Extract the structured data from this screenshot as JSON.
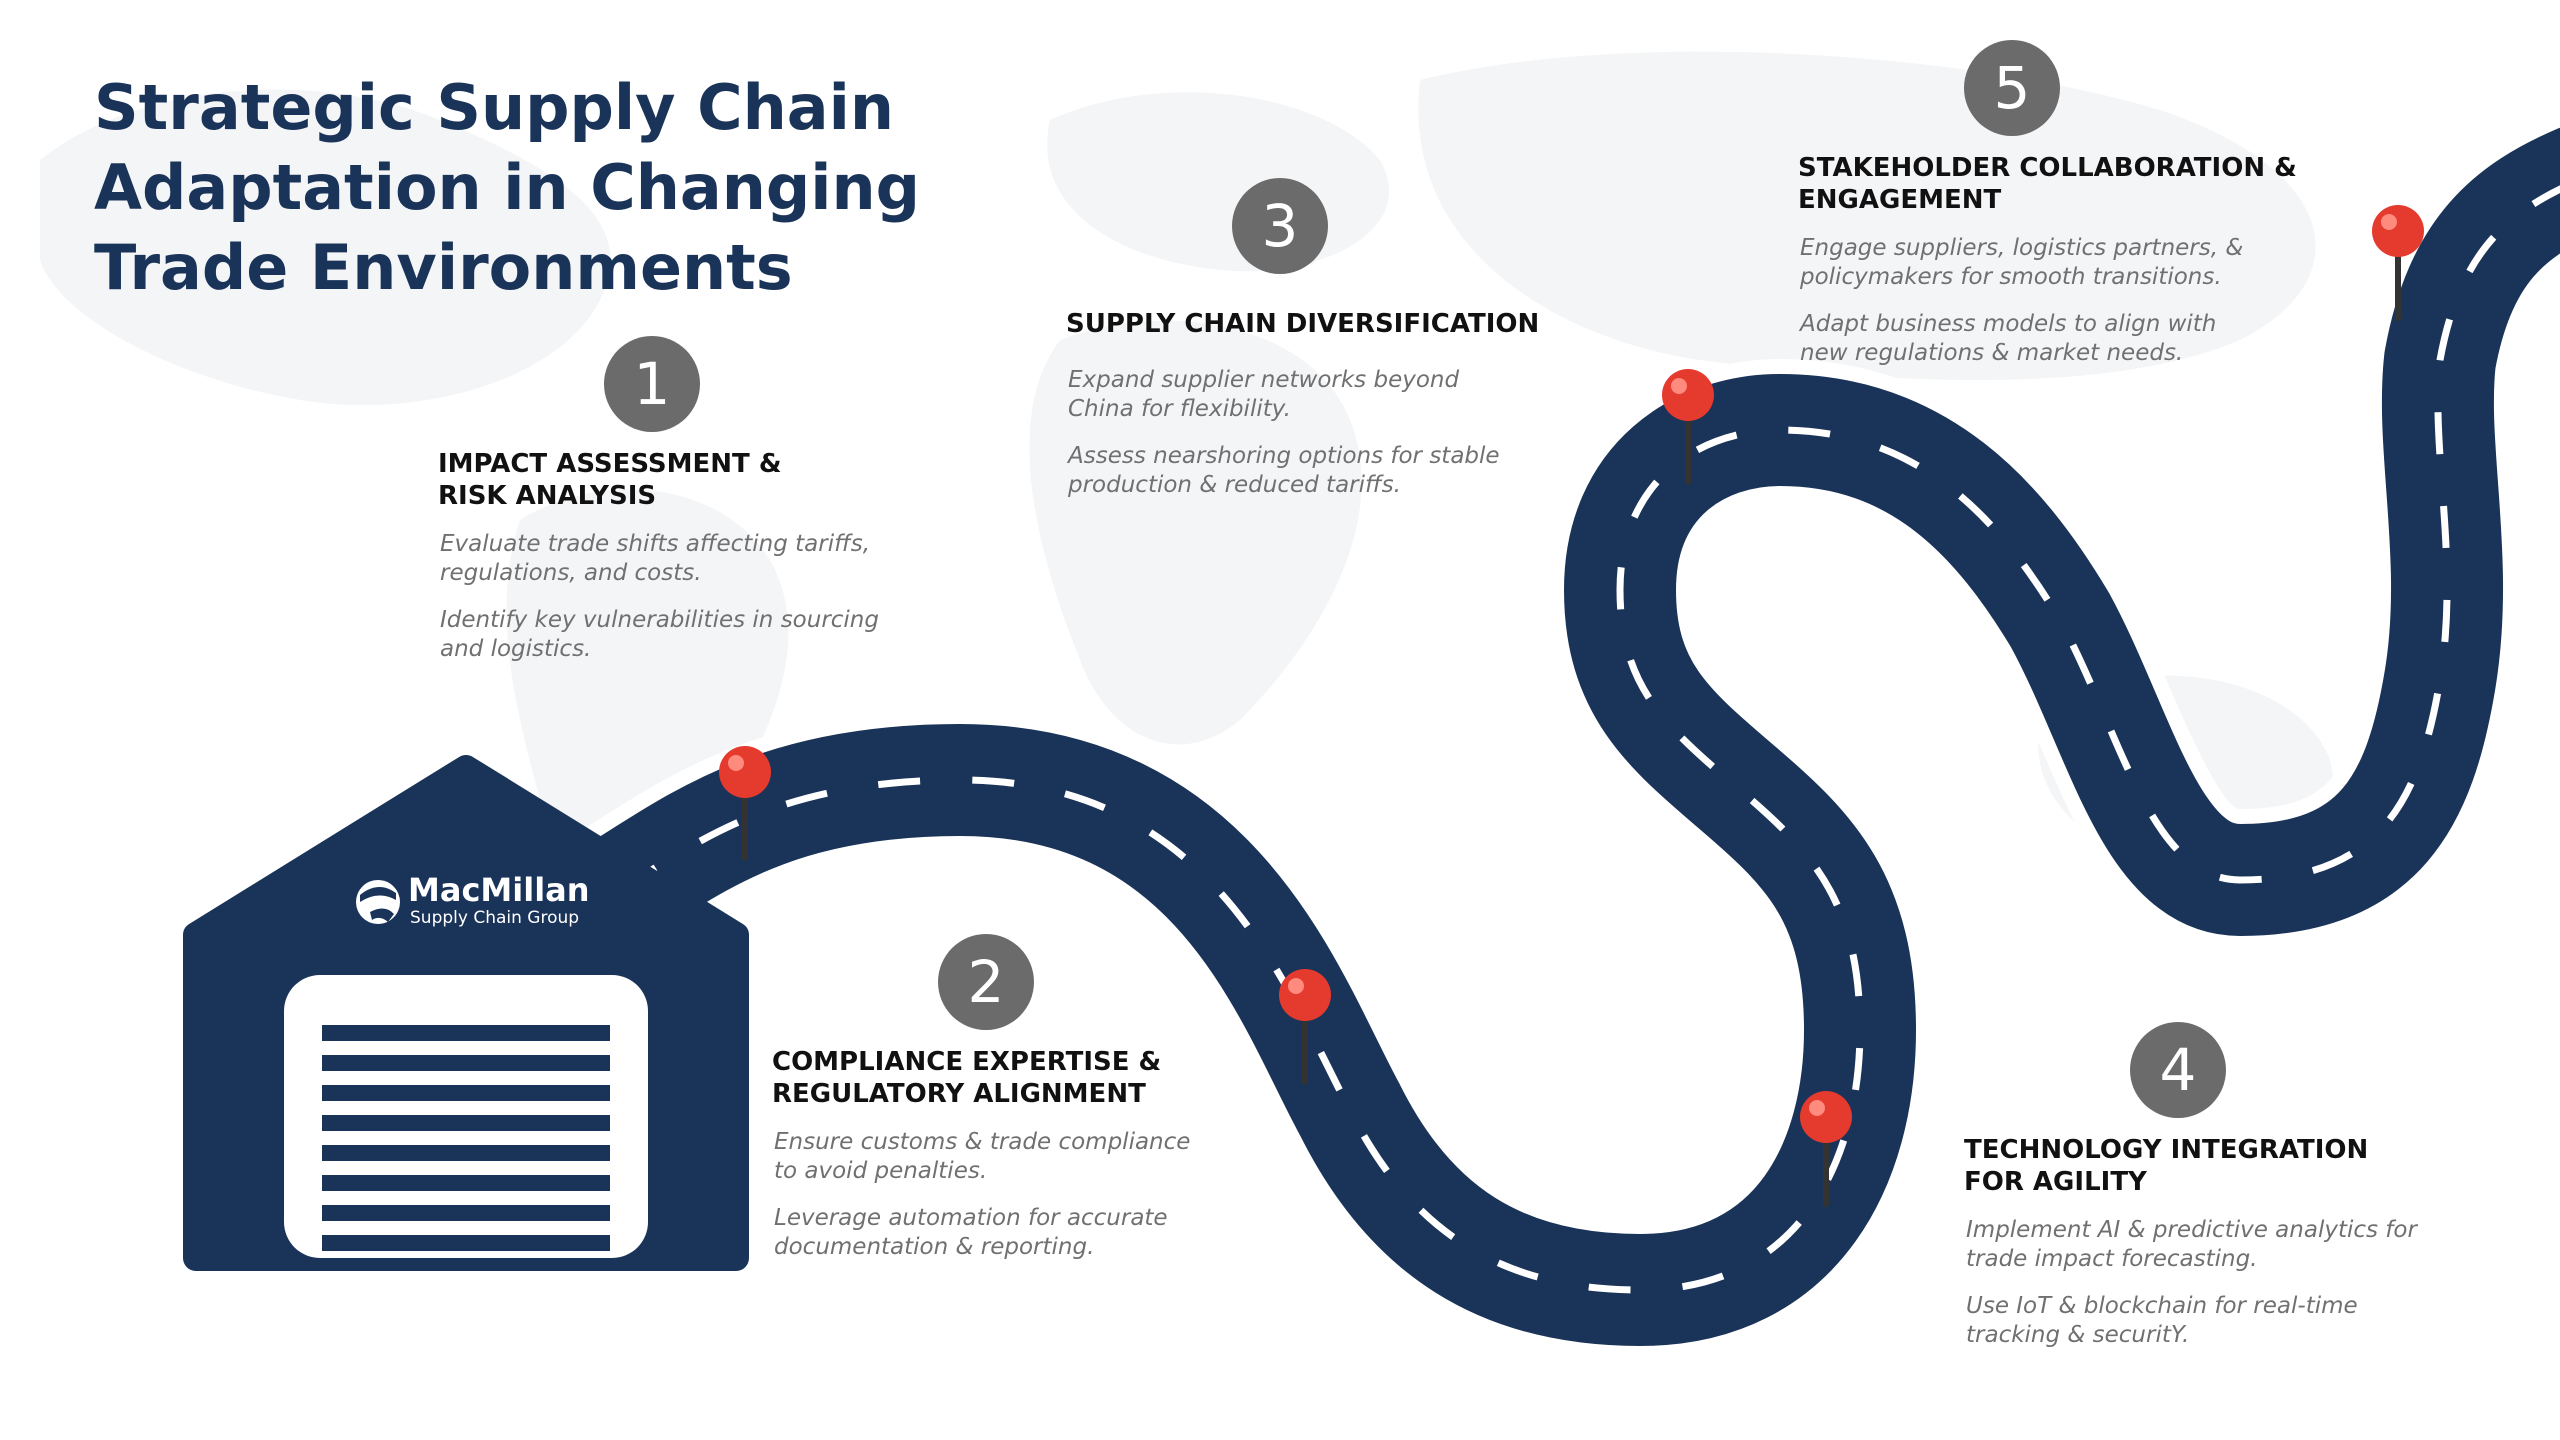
{
  "title": "Strategic Supply Chain\nAdaptation in Changing\nTrade Environments",
  "brand": {
    "name": "MacMillan",
    "tagline": "Supply Chain Group"
  },
  "steps": [
    {
      "number": "1",
      "heading": "IMPACT ASSESSMENT &\nRISK ANALYSIS",
      "points": [
        "Evaluate trade shifts affecting tariffs,\nregulations, and costs.",
        "Identify key vulnerabilities in sourcing\nand logistics."
      ]
    },
    {
      "number": "2",
      "heading": "COMPLIANCE EXPERTISE &\nREGULATORY ALIGNMENT",
      "points": [
        "Ensure customs & trade compliance\nto avoid penalties.",
        "Leverage automation for accurate\ndocumentation & reporting."
      ]
    },
    {
      "number": "3",
      "heading": "SUPPLY CHAIN DIVERSIFICATION",
      "points": [
        "Expand supplier networks beyond\nChina for flexibility.",
        "Assess nearshoring options for stable\nproduction & reduced tariffs."
      ]
    },
    {
      "number": "4",
      "heading": "TECHNOLOGY INTEGRATION\nFOR AGILITY",
      "points": [
        "Implement AI & predictive analytics for\ntrade impact forecasting.",
        "Use IoT & blockchain for real-time\ntracking & securitY."
      ]
    },
    {
      "number": "5",
      "heading": "STAKEHOLDER COLLABORATION &\nENGAGEMENT",
      "points": [
        "Engage suppliers, logistics partners, &\npolicymakers for smooth transitions.",
        "Adapt business models to align with\nnew regulations & market needs."
      ]
    }
  ],
  "colors": {
    "navy": "#1a3358",
    "badge": "#6b6b6b",
    "pin": "#e53a2e",
    "text": "#111111",
    "muted": "#707070"
  },
  "icons": [
    "location-pin-icon",
    "brand-logo-icon",
    "warehouse-icon"
  ]
}
